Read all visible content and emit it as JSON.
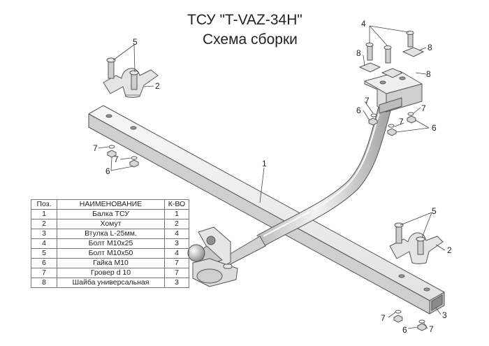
{
  "title": "ТСУ \"T-VAZ-34H\"",
  "subtitle": "Схема сборки",
  "table": {
    "headers": [
      "Поз.",
      "НАИМЕНОВАНИЕ",
      "К-ВО"
    ],
    "rows": [
      [
        "1",
        "Балка ТСУ",
        "1"
      ],
      [
        "2",
        "Хомут",
        "2"
      ],
      [
        "3",
        "Втулка L-25мм.",
        "4"
      ],
      [
        "4",
        "Болт М10х25",
        "3"
      ],
      [
        "5",
        "Болт М10х50",
        "4"
      ],
      [
        "6",
        "Гайка  М10",
        "7"
      ],
      [
        "7",
        "Гровер d 10",
        "7"
      ],
      [
        "8",
        "Шайба универсальная",
        "3"
      ]
    ]
  },
  "callouts": {
    "n1": "1",
    "n2a": "2",
    "n2b": "2",
    "n3": "3",
    "n4": "4",
    "n5a": "5",
    "n5b": "5",
    "n6a": "6",
    "n6b": "6",
    "n6c": "6",
    "n6d": "6",
    "n7a": "7",
    "n7b": "7",
    "n7c": "7",
    "n7d": "7",
    "n7e": "7",
    "n7f": "7",
    "n7g": "7",
    "n8a": "8",
    "n8b": "8",
    "n8c": "8"
  }
}
